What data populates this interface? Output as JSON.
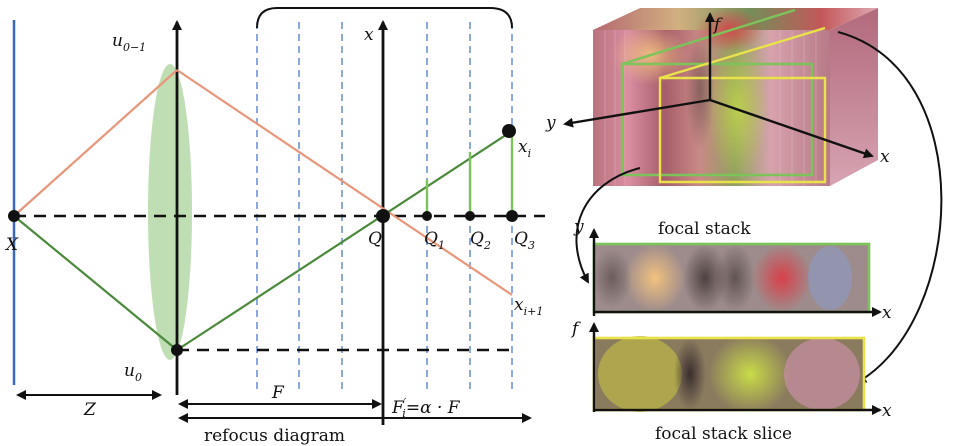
{
  "diagram": {
    "caption_refocus": "refocus diagram",
    "caption_stack": "focal stack",
    "caption_slice": "focal stack slice",
    "label_u01": "u",
    "label_u01_sub": "0−1",
    "label_u0": "u",
    "label_u0_sub": "0",
    "label_X": "X",
    "label_Z": "Z",
    "label_F": "F",
    "label_Fi": "F",
    "label_Fi_sup": "′",
    "label_Fi_sub": "i",
    "label_Fi_rest": "=α · F",
    "label_x_axis": "x",
    "label_xi": "x",
    "label_xi_sub": "i",
    "label_xi1": "x",
    "label_xi1_sub": "i+1",
    "label_Q": "Q",
    "label_Q1": "Q",
    "label_Q1_sub": "1",
    "label_Q2": "Q",
    "label_Q2_sub": "2",
    "label_Q3": "Q",
    "label_Q3_sub": "3",
    "cube_axis_f": "f",
    "cube_axis_y": "y",
    "cube_axis_x": "x",
    "img1_axis_y": "y",
    "img1_axis_x": "x",
    "img2_axis_f": "f",
    "img2_axis_x": "x"
  },
  "colors": {
    "ray_orange": "#e8967a",
    "ray_green": "#4a8a3a",
    "lens_green": "#a9d39a",
    "sensor_blue": "#3b67c4",
    "dashed_blue": "#5b84d6",
    "frame_green": "#7cc35a",
    "frame_yellow": "#e9e24a"
  }
}
